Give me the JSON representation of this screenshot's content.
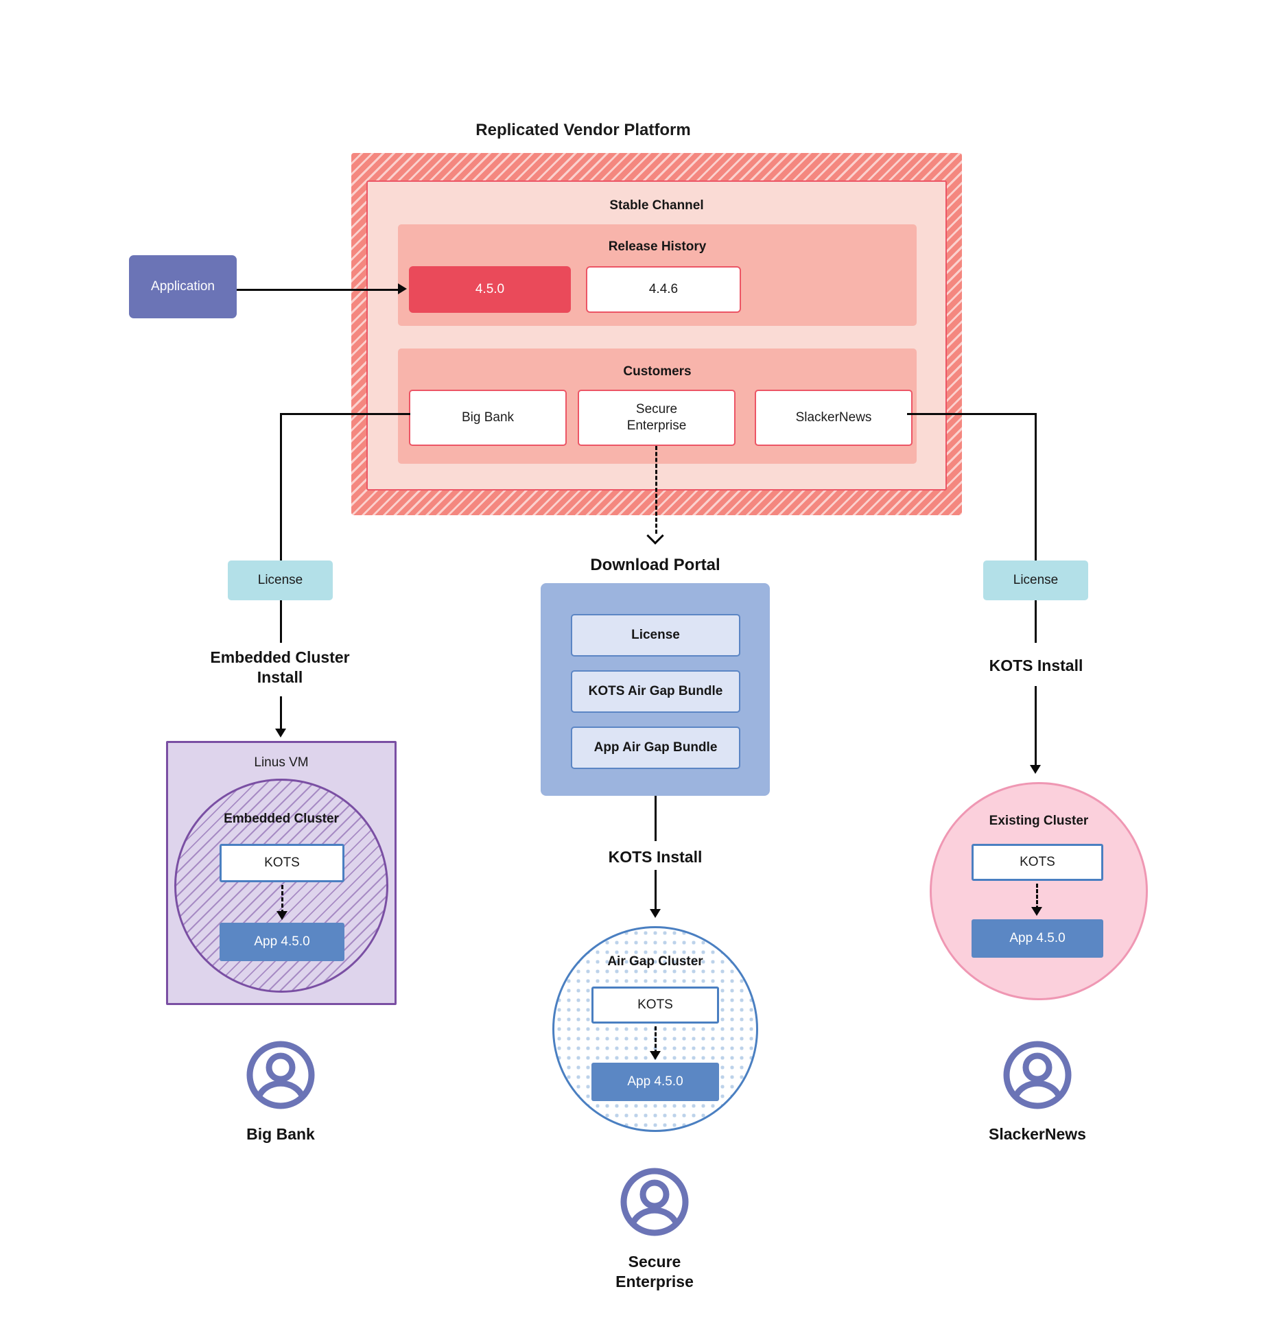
{
  "diagram": {
    "title": "Replicated Vendor Platform"
  },
  "application": {
    "label": "Application"
  },
  "vendor_platform": {
    "stable_channel": {
      "title": "Stable Channel",
      "release_history": {
        "title": "Release History",
        "releases": [
          {
            "version": "4.5.0",
            "state": "current"
          },
          {
            "version": "4.4.6",
            "state": "previous"
          }
        ]
      },
      "customers": {
        "title": "Customers",
        "items": [
          {
            "name": "Big Bank"
          },
          {
            "name": "Secure\nEnterprise"
          },
          {
            "name": "SlackerNews"
          }
        ]
      }
    }
  },
  "left_flow": {
    "license_label": "License",
    "install_label": "Embedded Cluster\nInstall",
    "vm": {
      "title": "Linus VM",
      "cluster_title": "Embedded Cluster",
      "kots_label": "KOTS",
      "app_label": "App 4.5.0"
    },
    "customer_name": "Big Bank"
  },
  "center_flow": {
    "portal_title": "Download  Portal",
    "portal_items": [
      {
        "label": "License"
      },
      {
        "label": "KOTS Air Gap Bundle"
      },
      {
        "label": "App Air Gap Bundle"
      }
    ],
    "install_label": "KOTS Install",
    "cluster": {
      "title": "Air Gap Cluster",
      "kots_label": "KOTS",
      "app_label": "App 4.5.0"
    },
    "customer_name": "Secure\nEnterprise"
  },
  "right_flow": {
    "license_label": "License",
    "install_label": "KOTS Install",
    "cluster": {
      "title": "Existing Cluster",
      "kots_label": "KOTS",
      "app_label": "App 4.5.0"
    },
    "customer_name": "SlackerNews"
  },
  "icons": {
    "avatar": "user-avatar-icon",
    "chevron": "chevron-down-icon"
  },
  "colors": {
    "vendor_frame": "#f4877f",
    "stable_channel": "#fadbd5",
    "release_history": "#f8b4ab",
    "release_current": "#ea4a5a",
    "customer_border": "#ec5565",
    "application": "#6b74b6",
    "license": "#b3e0e8",
    "portal": "#9cb4de",
    "portal_item": "#dde4f5",
    "linux_vm": "#ded4ec",
    "linux_vm_border": "#7a4fa3",
    "existing_cluster": "#fbd0dc",
    "existing_cluster_border": "#ef97b3",
    "airgap_border": "#4a7fc1",
    "app_version": "#5b87c4",
    "avatar": "#6b74b6"
  }
}
